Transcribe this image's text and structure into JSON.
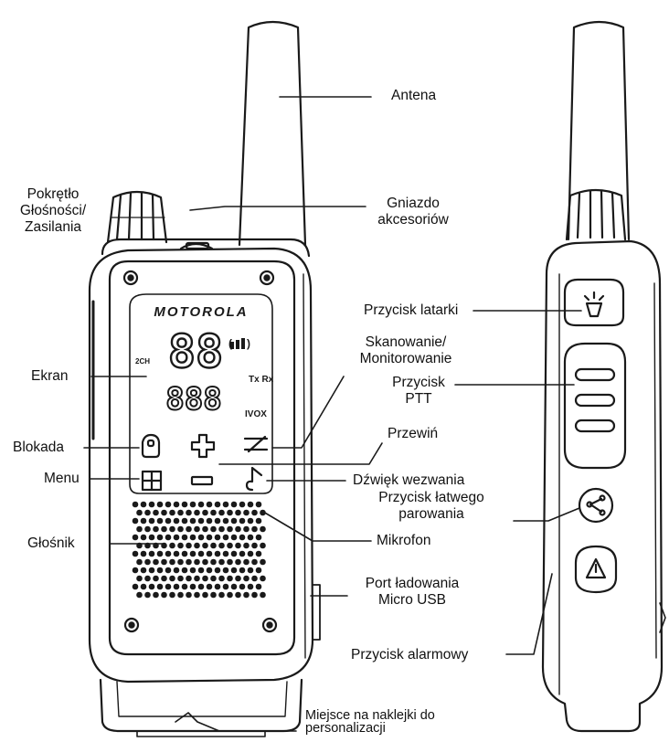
{
  "labels": {
    "antena": "Antena",
    "pokretlo": [
      "Pokrętło",
      "Głośności/",
      "Zasilania"
    ],
    "gniazdo": [
      "Gniazdo",
      "akcesoriów"
    ],
    "ekran": "Ekran",
    "blokada": "Blokada",
    "menu": "Menu",
    "glosnik": "Głośnik",
    "latarka": "Przycisk latarki",
    "skanowanie": [
      "Skanowanie/",
      "Monitorowanie"
    ],
    "ptt": [
      "Przycisk",
      "PTT"
    ],
    "przewin": "Przewiń",
    "dzwiek": "Dźwięk wezwania",
    "parowanie": [
      "Przycisk łatwego",
      "parowania"
    ],
    "mikrofon": "Mikrofon",
    "port": [
      "Port ładowania",
      "Micro USB"
    ],
    "alarm": "Przycisk alarmowy",
    "naklejki": [
      "Miejsce na naklejki do",
      "personalizacji"
    ]
  },
  "device": {
    "brand": "MOTOROLA",
    "lcd_main_digits": "88",
    "lcd_sub_digits": "888",
    "lcd_tx_rx": "Tx Rx",
    "lcd_ivox": "IVOX",
    "lcd_dch": "2CH"
  },
  "colors": {
    "stroke": "#1a1a1a",
    "fill": "#ffffff",
    "text": "#111111"
  }
}
